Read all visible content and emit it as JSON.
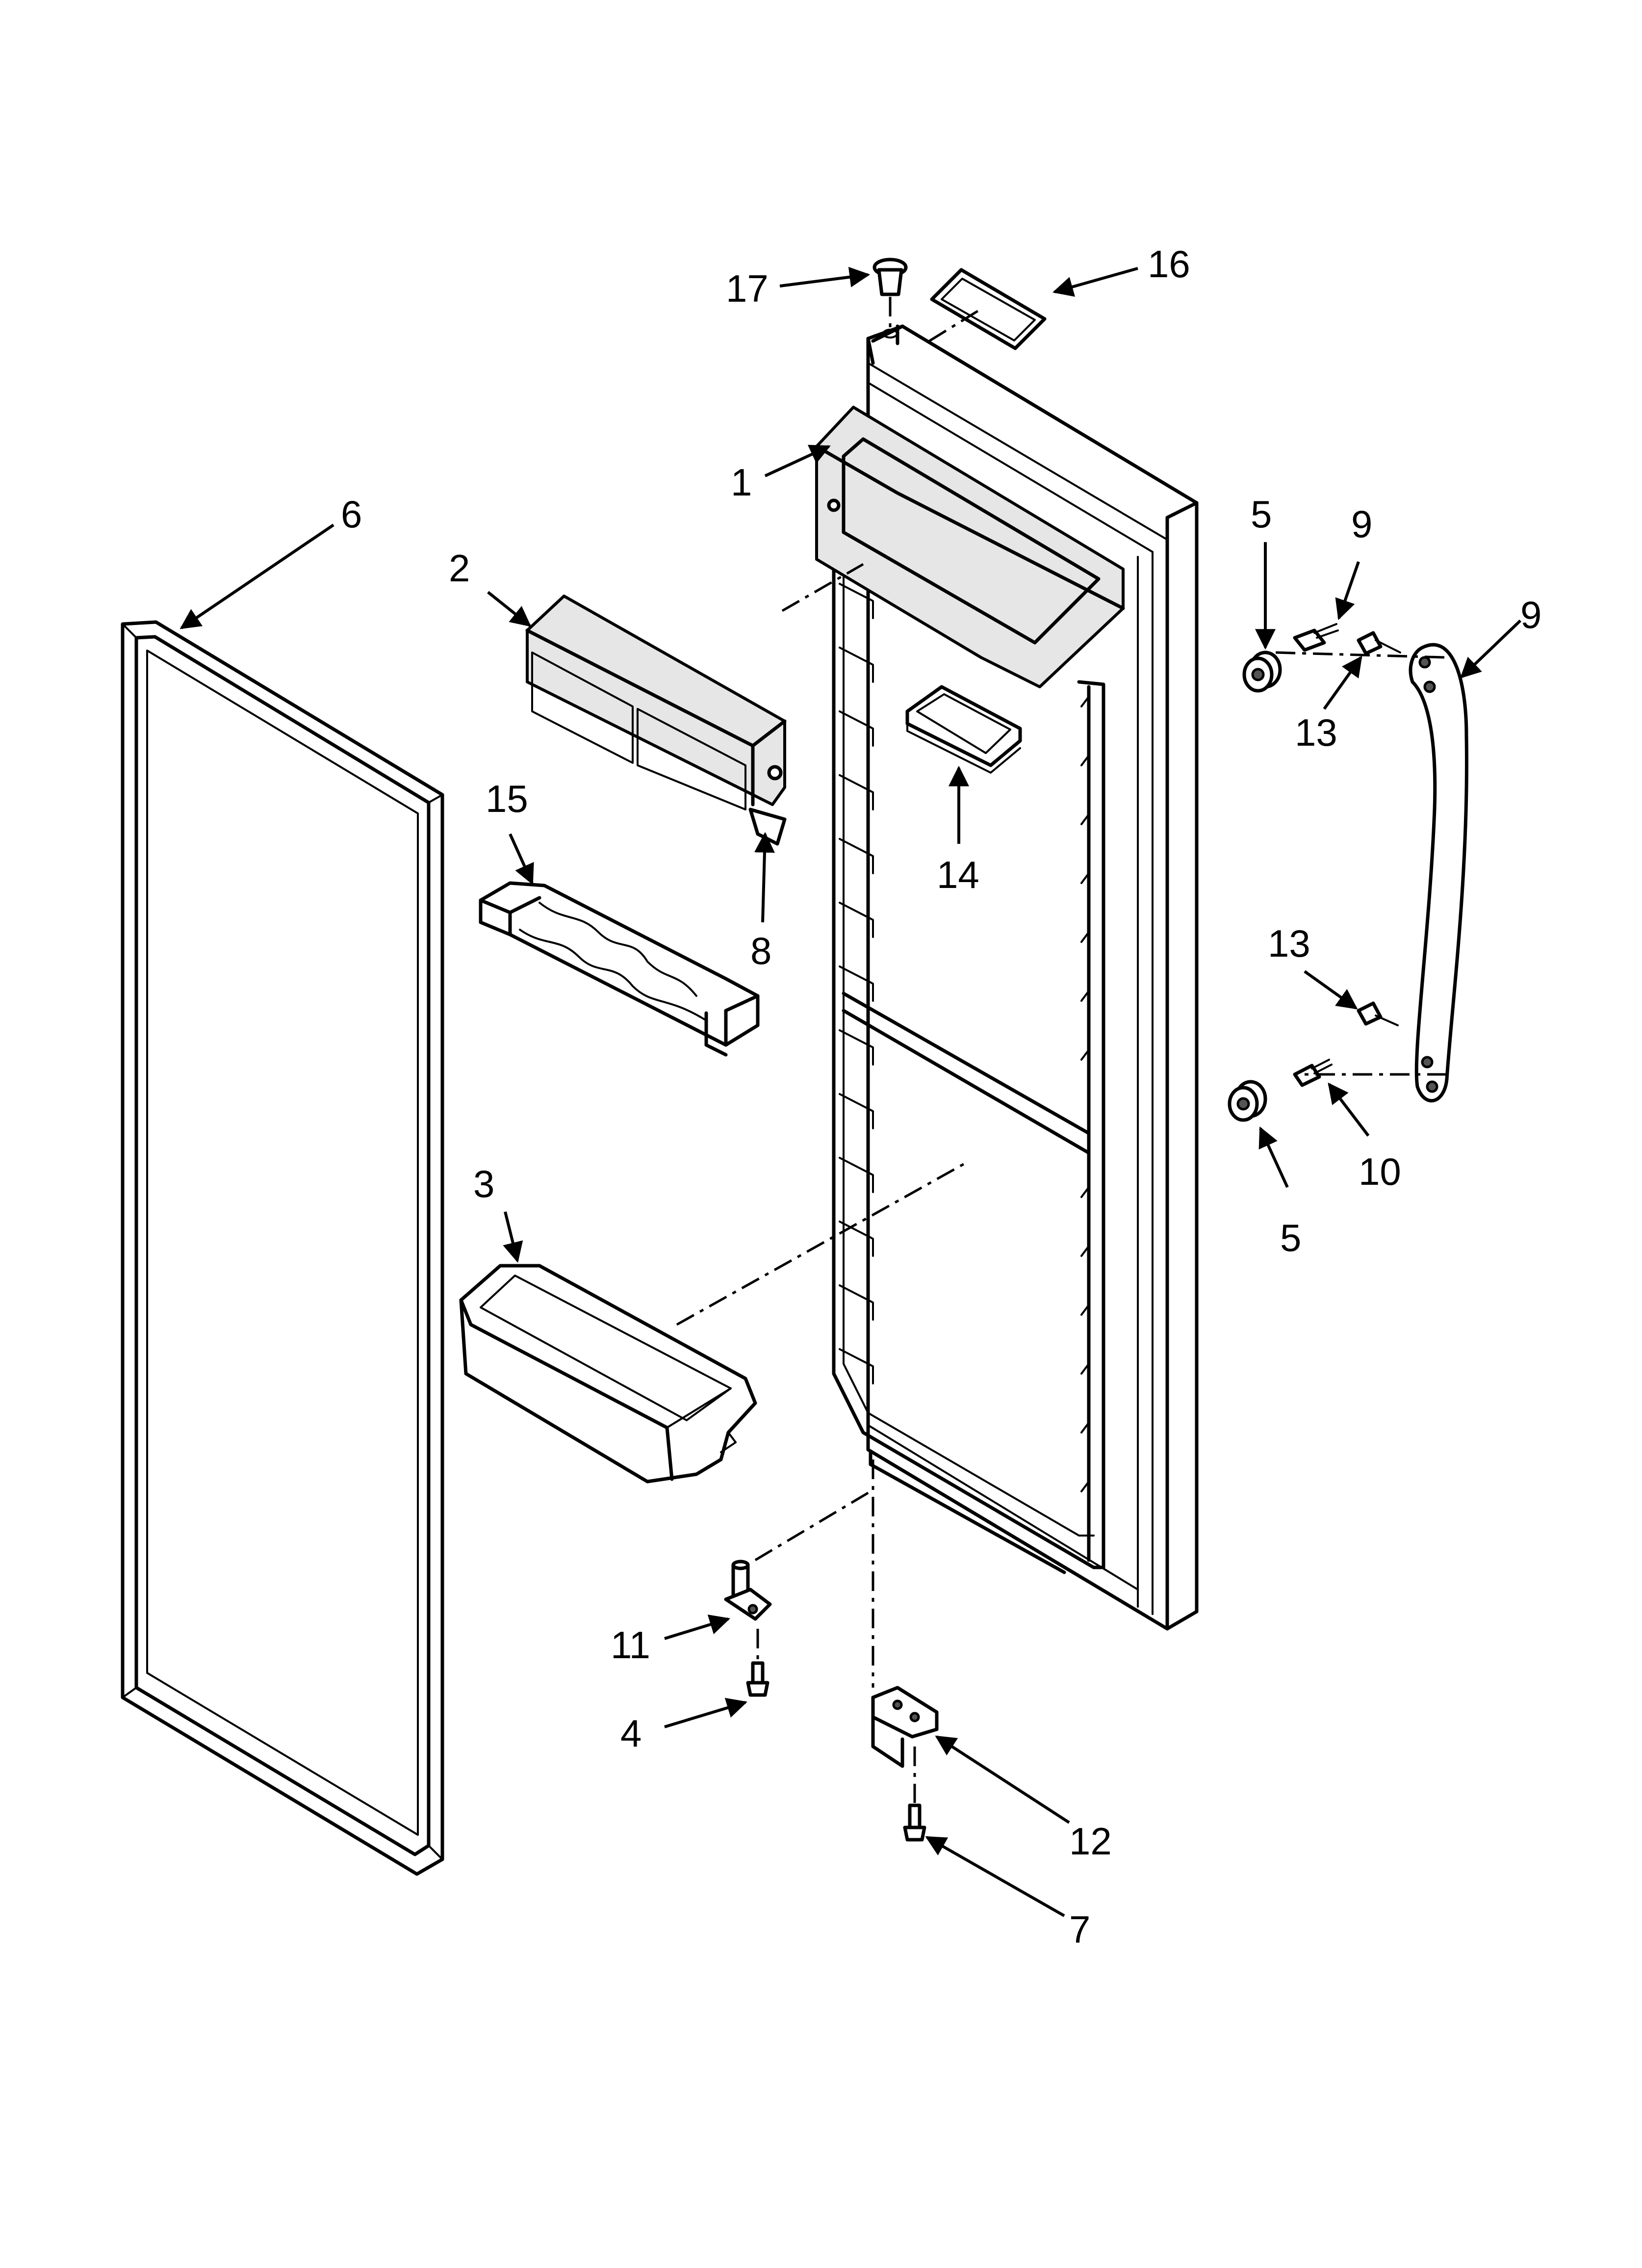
{
  "callouts": [
    {
      "id": "c1",
      "label": "1"
    },
    {
      "id": "c2",
      "label": "2"
    },
    {
      "id": "c3",
      "label": "3"
    },
    {
      "id": "c4",
      "label": "4"
    },
    {
      "id": "c5a",
      "label": "5"
    },
    {
      "id": "c5b",
      "label": "5"
    },
    {
      "id": "c6",
      "label": "6"
    },
    {
      "id": "c7",
      "label": "7"
    },
    {
      "id": "c8",
      "label": "8"
    },
    {
      "id": "c9a",
      "label": "9"
    },
    {
      "id": "c9b",
      "label": "9"
    },
    {
      "id": "c10",
      "label": "10"
    },
    {
      "id": "c11",
      "label": "11"
    },
    {
      "id": "c12",
      "label": "12"
    },
    {
      "id": "c13a",
      "label": "13"
    },
    {
      "id": "c13b",
      "label": "13"
    },
    {
      "id": "c14",
      "label": "14"
    },
    {
      "id": "c15",
      "label": "15"
    },
    {
      "id": "c16",
      "label": "16"
    },
    {
      "id": "c17",
      "label": "17"
    }
  ]
}
